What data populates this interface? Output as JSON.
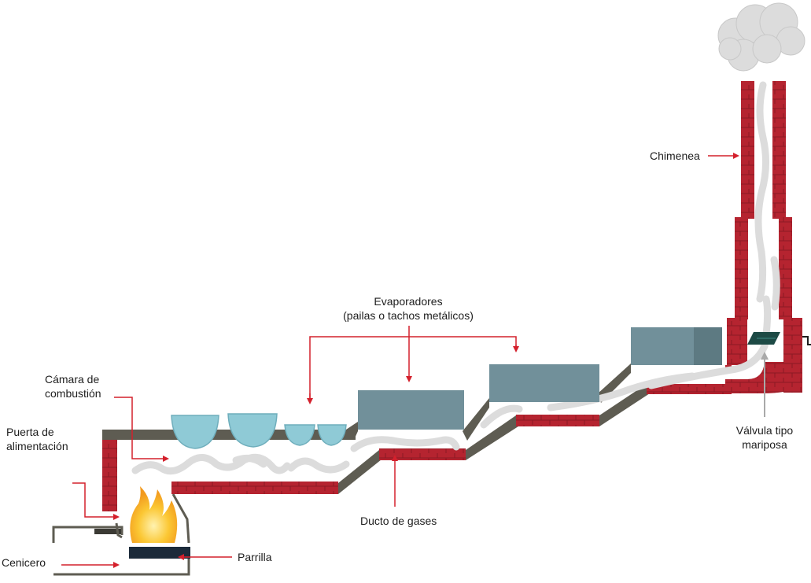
{
  "labels": {
    "camara": [
      "Cámara de",
      "combustión"
    ],
    "puerta": [
      "Puerta de",
      "alimentación"
    ],
    "cenicero": "Cenicero",
    "parrilla": "Parrilla",
    "ducto": "Ducto de gases",
    "evaporadores": [
      "Evaporadores",
      "(pailas o tachos metálicos)"
    ],
    "chimenea": "Chimenea",
    "valvula": [
      "Válvula tipo",
      "mariposa"
    ]
  },
  "colors": {
    "brick": "#b52430",
    "brick_light": "#e8967a",
    "wall": "#5e5c52",
    "evaporator": "#71909a",
    "evaporator_dark": "#5d7a82",
    "bowl": "#8fcad6",
    "smoke": "#dcdcdc",
    "arrow": "#d4202c",
    "flame": "#f5a623",
    "grate": "#1b2a3a",
    "valve": "#1d4a45",
    "valve_arrow": "#a9a9a9"
  }
}
